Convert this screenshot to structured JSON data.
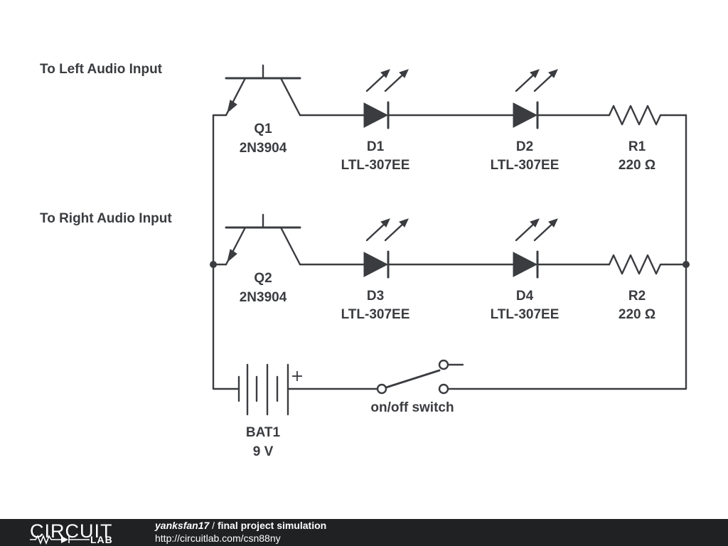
{
  "labels": {
    "left_input": "To Left Audio Input",
    "right_input": "To Right Audio Input"
  },
  "components": {
    "q1": {
      "ref": "Q1",
      "value": "2N3904"
    },
    "q2": {
      "ref": "Q2",
      "value": "2N3904"
    },
    "d1": {
      "ref": "D1",
      "value": "LTL-307EE"
    },
    "d2": {
      "ref": "D2",
      "value": "LTL-307EE"
    },
    "d3": {
      "ref": "D3",
      "value": "LTL-307EE"
    },
    "d4": {
      "ref": "D4",
      "value": "LTL-307EE"
    },
    "r1": {
      "ref": "R1",
      "value": "220 Ω"
    },
    "r2": {
      "ref": "R2",
      "value": "220 Ω"
    },
    "bat1": {
      "ref": "BAT1",
      "value": "9 V",
      "plus": "+"
    },
    "switch": {
      "label": "on/off switch"
    }
  },
  "footer": {
    "logo_top": "CIRCUIT",
    "logo_bottom": "LAB",
    "author": "yanksfan17",
    "separator": " / ",
    "title": "final project simulation",
    "url": "http://circuitlab.com/csn88ny"
  },
  "colors": {
    "ink": "#3a3c40",
    "footer_bg": "#1f2123",
    "background": "#ffffff"
  }
}
